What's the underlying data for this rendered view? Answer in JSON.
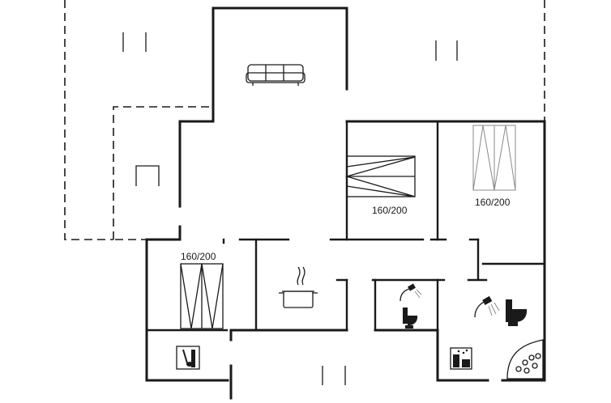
{
  "rooms": {
    "bedroom_center": {
      "bed_size": "160/200"
    },
    "bedroom_right": {
      "bed_size": "160/200"
    },
    "bedroom_left": {
      "bed_size": "160/200"
    }
  },
  "icons": [
    "sofa-icon",
    "kitchen-pot-icon",
    "shower-icon",
    "toilet-icon",
    "washing-machine-icon",
    "sauna-icon",
    "whirlpool-icon",
    "bed-icon",
    "terrace-icon"
  ]
}
